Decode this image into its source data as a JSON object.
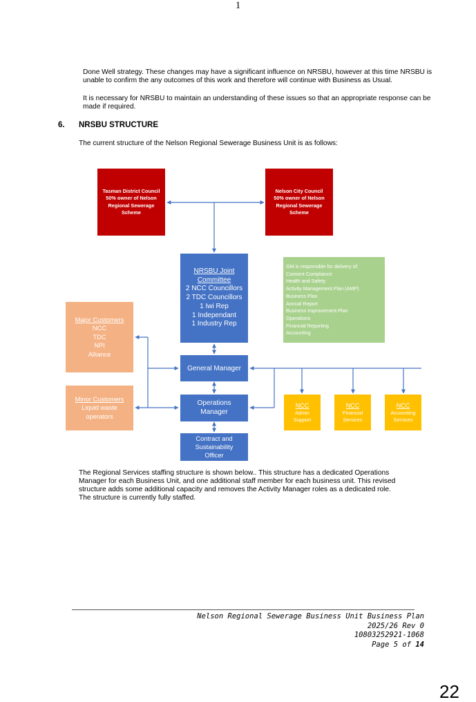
{
  "page_number_top": "1",
  "paragraphs": {
    "p1": "Done Well strategy. These changes may have a significant influence on NRSBU, however at this time NRSBU is unable to confirm the any outcomes of this work and therefore will continue with Business as Usual.",
    "p2": "It is necessary for NRSBU to maintain an understanding of these issues so that an appropriate response can be made if required.",
    "intro": "The current structure of the Nelson Regional Sewerage Business Unit is as follows:",
    "after": "The Regional Services staffing structure is shown below.. This structure has a dedicated Operations Manager for each Business Unit, and one additional staff member for each business unit. This revised structure adds some additional capacity and removes the Activity Manager roles as a dedicated role. The structure is currently fully staffed."
  },
  "section": {
    "number": "6.",
    "title": "NRSBU STRUCTURE"
  },
  "org_chart": {
    "tdc": [
      "Tasman District Council",
      "50% owner of Nelson",
      "Regional Sewerage",
      "Scheme"
    ],
    "ncc": [
      "Nelson City Council",
      "50% owner of Nelson",
      "Regional Sewerage",
      "Scheme"
    ],
    "joint_committee": {
      "title": [
        "NRSBU Joint",
        "Committee"
      ],
      "lines": [
        "2 NCC Councillors",
        "2 TDC Councillors",
        "1 Iwi Rep",
        "1 Independant",
        "1 Industry Rep"
      ]
    },
    "gm_responsibilities": {
      "title": "GM is responsible for delivery of:",
      "items": [
        "Consent Compliance",
        "Health and Safety",
        "Activity Management Plan (AMP)",
        "Business Plan",
        "Annual Report",
        "Business Improvement Plan",
        "Operations",
        "Financial Reporting",
        "Accounting"
      ]
    },
    "major_customers": {
      "title": "Major Customers",
      "items": [
        "NCC",
        "TDC",
        "NPI",
        "Alliance"
      ]
    },
    "minor_customers": {
      "title": "Minor Customers",
      "items": [
        "Liquid waste",
        "operators"
      ]
    },
    "general_manager": "General Manager",
    "operations_manager": [
      "Operations",
      "Manager"
    ],
    "contract_officer": [
      "Contract and",
      "Sustainability",
      "Officer"
    ],
    "ncc_admin": {
      "title": "NCC",
      "lines": [
        "Admin",
        "Support"
      ]
    },
    "ncc_financial": {
      "title": "NCC",
      "lines": [
        "Financial",
        "Services"
      ]
    },
    "ncc_accounting": {
      "title": "NCC",
      "lines": [
        "Accounting",
        "Services"
      ]
    }
  },
  "footer": {
    "line1": "Nelson Regional Sewerage Business Unit Business Plan",
    "line2": "2025/26 Rev 0",
    "line3": "10803252921-1068",
    "page_prefix": "Page ",
    "page_current": "5",
    "page_of": " of ",
    "page_total": "14"
  },
  "corner_number": "22",
  "colors": {
    "red": "#c00000",
    "blue": "#4472c4",
    "peach": "#f4b183",
    "yellow": "#ffc000",
    "green": "#a9d18e",
    "arrow": "#4472c4"
  }
}
